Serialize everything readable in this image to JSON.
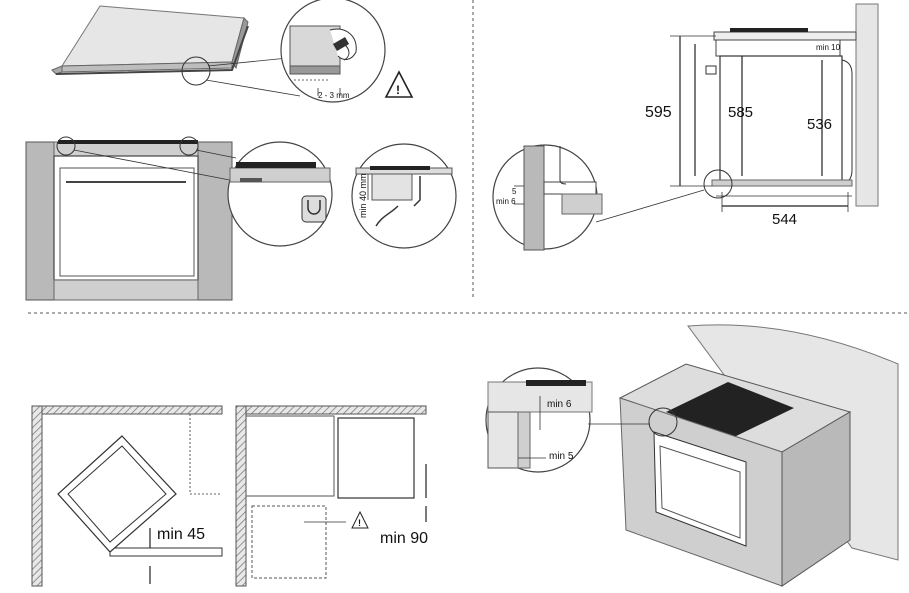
{
  "quadrant_tl": {
    "gap_label": "2 - 3 mm",
    "clearance_label": "min 40 mm",
    "warning_icon": "warning-triangle-icon"
  },
  "quadrant_tr": {
    "dim_595": "595",
    "dim_585": "585",
    "dim_536": "536",
    "dim_544": "544",
    "min10": "min 10",
    "dim5": "5",
    "min6": "min 6"
  },
  "quadrant_bl": {
    "min45": "min 45",
    "min90": "min 90",
    "warning_icon": "warning-triangle-icon"
  },
  "quadrant_br": {
    "min6": "min 6",
    "min5": "min 5"
  }
}
